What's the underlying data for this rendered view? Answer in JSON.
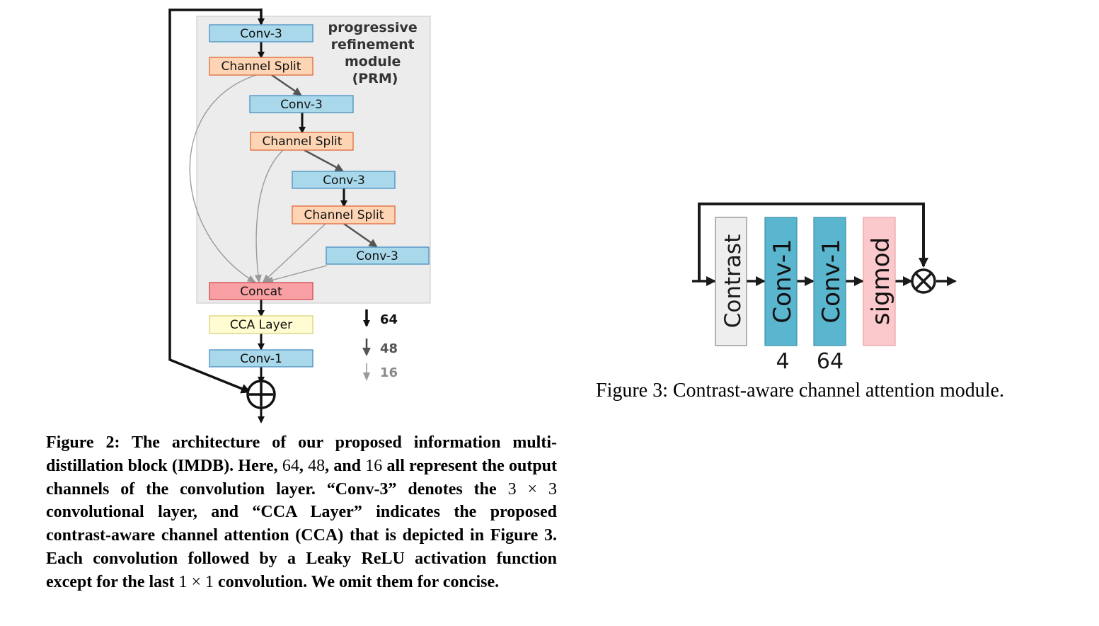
{
  "figure2": {
    "prm_label": [
      "progressive",
      "refinement",
      "module",
      "(PRM)"
    ],
    "blocks": {
      "conv3_a": "Conv-3",
      "split_a": "Channel Split",
      "conv3_b": "Conv-3",
      "split_b": "Channel Split",
      "conv3_c": "Conv-3",
      "split_c": "Channel Split",
      "conv3_d": "Conv-3",
      "concat": "Concat",
      "cca": "CCA Layer",
      "conv1": "Conv-1"
    },
    "legend": [
      {
        "label": "64",
        "color": "#111111"
      },
      {
        "label": "48",
        "color": "#444444"
      },
      {
        "label": "16",
        "color": "#8a8a8a"
      }
    ],
    "caption": {
      "p1": "Figure 2: The architecture of our proposed information multi-distillation block (IMDB). Here, ",
      "n1": "64",
      "p2": ", ",
      "n2": "48",
      "p3": ", and ",
      "n3": "16",
      "p4": " all represent the output channels of the convolution layer. “Conv-3” denotes the ",
      "n4": "3 × 3",
      "p5": " convolutional layer, and “CCA Layer” indicates the proposed contrast-aware channel attention (CCA) that is depicted in Figure 3. Each convolution followed by a Leaky ReLU activation function except for the last ",
      "n5": "1 × 1",
      "p6": " convolution. We omit them for concise."
    }
  },
  "figure3": {
    "blocks": {
      "contrast": "Contrast",
      "conv1_a": "Conv-1",
      "conv1_b": "Conv-1",
      "sigmoid": "sigmod"
    },
    "numbers": {
      "a": "4",
      "b": "64"
    },
    "caption": "Figure 3: Contrast-aware channel attention module."
  },
  "colors": {
    "conv": "#a9d8ea",
    "conv_border": "#4a90c2",
    "split": "#fdd5b4",
    "split_border": "#e06a3a",
    "concat": "#f8a0a4",
    "concat_border": "#d24a52",
    "cca": "#fefcd0",
    "cca_border": "#d8d27a",
    "prm_bg": "#ececec",
    "cca_conv": "#5ab5cf",
    "contrast": "#eeeeee",
    "sigmoid": "#fbc8cb"
  }
}
